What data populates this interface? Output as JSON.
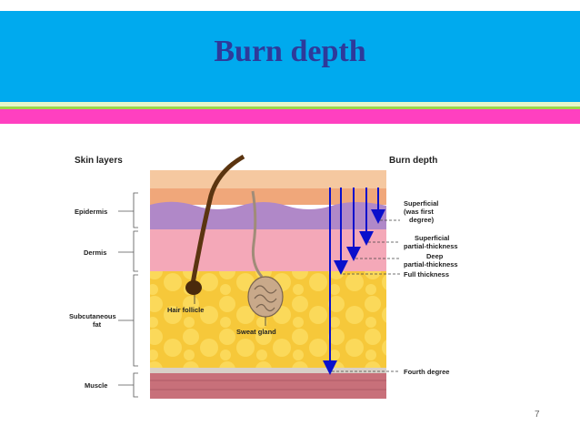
{
  "slide": {
    "title": "Burn depth",
    "page_number": "7",
    "colors": {
      "header": "#00aaee",
      "title": "#2e3a9a",
      "band": "#ff40c0",
      "arrow": "#0a10cc"
    }
  },
  "diagram": {
    "left_heading": "Skin layers",
    "right_heading": "Burn depth",
    "layers": [
      "Epidermis",
      "Dermis",
      "Subcutaneous",
      "fat",
      "Muscle"
    ],
    "structures": {
      "hair": "Hair follicle",
      "gland": "Sweat gland"
    },
    "depths": {
      "superficial_1": "Superficial",
      "superficial_2": "(was first",
      "superficial_3": "degree)",
      "partial_1": "Superficial",
      "partial_2": "partial-thickness",
      "deep_1": "Deep",
      "deep_2": "partial-thickness",
      "full": "Full thickness",
      "fourth": "Fourth degree"
    }
  }
}
